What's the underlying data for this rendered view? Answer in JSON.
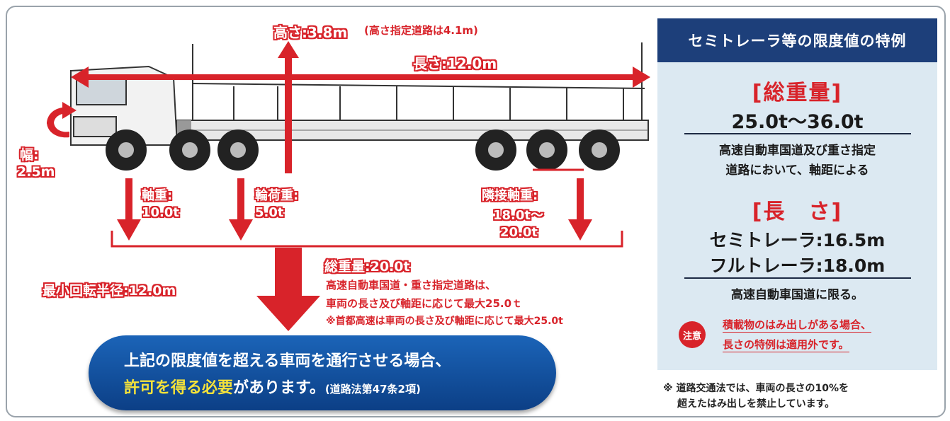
{
  "truck_diagram": {
    "height_label": "高さ:3.8m",
    "height_note": "(高さ指定道路は4.1m)",
    "length_label": "長さ:12.0m",
    "width_label_1": "幅:",
    "width_label_2": "2.5m",
    "axle_weight_label_1": "軸重:",
    "axle_weight_label_2": "10.0t",
    "wheel_load_label_1": "輪荷重:",
    "wheel_load_label_2": "5.0t",
    "adjacent_axle_label_1": "隣接軸重:",
    "adjacent_axle_label_2": "18.0t〜",
    "adjacent_axle_label_3": "20.0t",
    "min_turning_radius": "最小回転半径:12.0m",
    "total_weight_label": "総重量:20.0t",
    "total_weight_note_1": "高速自動車国道・重さ指定道路は、",
    "total_weight_note_2": "車両の長さ及び軸距に応じて最大25.0ｔ",
    "total_weight_note_3": "※首都高速は車両の長さ及び軸距に応じて最大25.0t"
  },
  "banner": {
    "line1": "上記の限度値を超える車両を通行させる場合、",
    "line2_highlight": "許可を得る必要",
    "line2_rest": "があります。",
    "line2_ref": "(道路法第47条2項)"
  },
  "panel": {
    "title": "セミトレーラ等の限度値の特例",
    "weight_heading": "[総重量]",
    "weight_value": "25.0t〜36.0t",
    "weight_desc_1": "高速自動車国道及び重さ指定",
    "weight_desc_2": "道路において、軸距による",
    "length_heading": "[長　さ]",
    "semi_trailer": "セミトレーラ:16.5m",
    "full_trailer": "フルトレーラ:18.0m",
    "length_desc": "高速自動車国道に限る。",
    "caution_badge": "注意",
    "caution_1": "積載物のはみ出しがある場合、",
    "caution_2": "長さの特例は適用外です。"
  },
  "footnote": {
    "line1": "※ 道路交通法では、車両の長さの10%を",
    "line2": "超えたはみ出しを禁止しています。"
  },
  "colors": {
    "accent_red": "#d8232a",
    "panel_bg": "#dce9f2",
    "panel_head": "#1d3f7a",
    "banner_blue": "#1b64b8",
    "highlight_yellow": "#f5e23a"
  }
}
